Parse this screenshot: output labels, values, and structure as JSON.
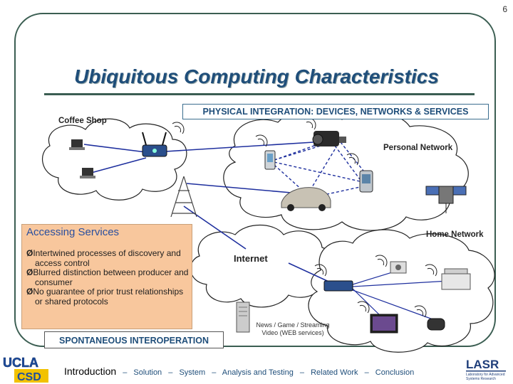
{
  "slide_number": "6",
  "title": "Ubiquitous Computing Characteristics",
  "header_box": "PHYSICAL INTEGRATION: DEVICES, NETWORKS & SERVICES",
  "labels": {
    "coffee_shop": "Coffee Shop",
    "personal_network": "Personal Network",
    "home_network": "Home Network",
    "internet": "Internet",
    "news_service": "News / Game / Streaming Video (WEB services)"
  },
  "access_box": {
    "title": "Accessing Services",
    "items": [
      "Intertwined processes of discovery and access control",
      "Blurred distinction between producer and consumer",
      "No guarantee of prior trust relationships or shared protocols"
    ]
  },
  "spontaneous": "SPONTANEOUS INTEROPERATION",
  "footer": {
    "current": "Introduction",
    "items": [
      "Solution",
      "System",
      "Analysis and Testing",
      "Related Work",
      "Conclusion"
    ],
    "separator": "–"
  },
  "logos": {
    "left_top": "UCLA",
    "left_bottom": "CSD",
    "right_main": "LASR",
    "right_sub": "Laboratory for Advanced Systems Research"
  },
  "colors": {
    "frame": "#3b5e52",
    "title": "#1f4e7a",
    "access_box": "#f8c79d",
    "link_line": "#1e2f9e"
  }
}
